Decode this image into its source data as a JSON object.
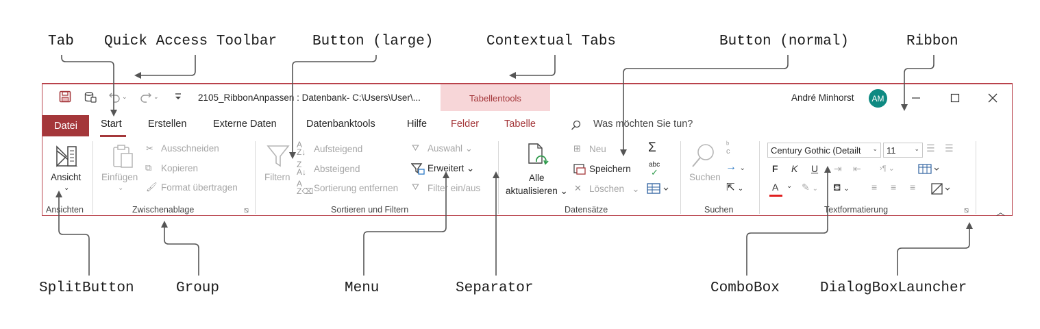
{
  "callouts": {
    "tab": "Tab",
    "quick_access_toolbar": "Quick Access Toolbar",
    "button_large": "Button (large)",
    "contextual_tabs": "Contextual Tabs",
    "button_normal": "Button (normal)",
    "ribbon": "Ribbon",
    "split_button": "SplitButton",
    "group": "Group",
    "menu": "Menu",
    "separator": "Separator",
    "combobox": "ComboBox",
    "dialog_box_launcher": "DialogBoxLauncher"
  },
  "titlebar": {
    "document_title": "2105_RibbonAnpassen : Datenbank- C:\\Users\\User\\...",
    "contextual_tab_set": "Tabellentools",
    "user_name": "André Minhorst",
    "avatar_initials": "AM",
    "qat_icons": [
      "save-icon",
      "database-icon",
      "undo-icon",
      "redo-icon",
      "customize-icon"
    ]
  },
  "tabs": {
    "file": "Datei",
    "start": "Start",
    "create": "Erstellen",
    "external": "Externe Daten",
    "dbtools": "Datenbanktools",
    "help": "Hilfe",
    "fields": "Felder",
    "table": "Tabelle",
    "tell_me": "Was möchten Sie tun?"
  },
  "groups": {
    "views": {
      "label": "Ansichten",
      "button": "Ansicht"
    },
    "clipboard": {
      "label": "Zwischenablage",
      "paste": "Einfügen",
      "cut": "Ausschneiden",
      "copy": "Kopieren",
      "format_painter": "Format übertragen"
    },
    "sort_filter": {
      "label": "Sortieren und Filtern",
      "filter": "Filtern",
      "ascending": "Aufsteigend",
      "descending": "Absteigend",
      "remove_sort": "Sortierung entfernen",
      "selection": "Auswahl",
      "advanced": "Erweitert",
      "toggle_filter": "Filter ein/aus"
    },
    "records": {
      "label": "Datensätze",
      "refresh_line1": "Alle",
      "refresh_line2": "aktualisieren",
      "new": "Neu",
      "save": "Speichern",
      "delete": "Löschen",
      "sum_symbol": "Σ",
      "spelling_symbol": "abc"
    },
    "find": {
      "label": "Suchen",
      "find": "Suchen"
    },
    "text_formatting": {
      "label": "Textformatierung",
      "font": "Century Gothic (Detailt",
      "size": "11",
      "bold": "F",
      "italic": "K",
      "underline": "U",
      "font_color_letter": "A"
    }
  },
  "colors": {
    "accent": "#a4373a",
    "contextual_tab_bg": "#f7d6d8",
    "window_border": "#b9424b",
    "avatar": "#0e8a82"
  }
}
